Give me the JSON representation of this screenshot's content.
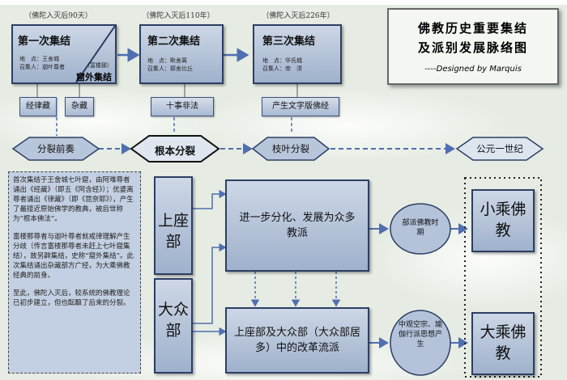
{
  "title": {
    "line1": "佛教历史重要集结",
    "line2": "及派别发展脉络图",
    "credit": "----Designed by Marquis"
  },
  "councils": [
    {
      "caption": "（佛陀入灭后90天）",
      "name": "第一次集结",
      "place": "地　点：王舍城",
      "convener": "召集人：迦叶尊者",
      "extra_name": "窟外集结",
      "extra_convener": "（富楼那）"
    },
    {
      "caption": "（佛陀入灭后110年）",
      "name": "第二次集结",
      "place": "地　点：毗舍离",
      "convener": "召集人：耶舍比丘"
    },
    {
      "caption": "（佛陀入灭后226年）",
      "name": "第三次集结",
      "place": "地　点：华氏城",
      "convener": "召集人：帝　须"
    }
  ],
  "outcomes": {
    "scriptures": "经律藏",
    "miscellany": "杂藏",
    "ten_items": "十事非法",
    "written_text": "产生文字版佛经"
  },
  "timeline": {
    "prelude": "分裂前奏",
    "root_split": "根本分裂",
    "branch_split": "枝叶分裂",
    "first_century": "公元一世纪"
  },
  "branches": {
    "theravada": "上座部",
    "mahasanghika": "大众部"
  },
  "developments": {
    "further_split": "进一步分化、发展为众多教派",
    "reform": "上座部及大众部（大众部居多）中的改革流派"
  },
  "periods": {
    "sectarian": "部派佛教时期",
    "madhyamaka": "中观空宗、瑜伽行派思想产生"
  },
  "vehicles": {
    "hinayana": "小乘佛教",
    "mahayana": "大乘佛教"
  },
  "note": {
    "p1": "首次集结于王舍城七叶窟，由阿难尊者诵出《经藏》（即五《阿含经》）；优婆离尊者诵出《律藏》（即《昆奈耶》），产生了最接近原始佛学的教典，被后世称为“根本佛法”。",
    "p2": "富楼那尊者与迦叶尊者就戒律理解产生分歧（传言富楼那尊者未赶上七叶窟集结），故另辟集结，史称“窟外集结”。此次集结诵出杂藏部方广经，为大乘佛教经典的前身。",
    "p3": "至此，佛陀入灭后，较系统的佛教理论已初步建立，但也酝酿了后来的分裂。"
  }
}
